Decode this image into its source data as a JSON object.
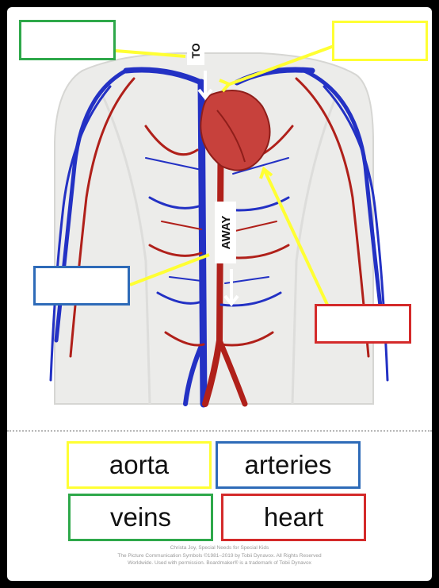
{
  "colors": {
    "yellow": "#ffff33",
    "green": "#2ea84a",
    "blue": "#2e6bb8",
    "red": "#d42a2a",
    "vein": "#2331c4",
    "artery": "#b0201a"
  },
  "diagram": {
    "to_label": "TO",
    "away_label": "AWAY",
    "answer_boxes": [
      {
        "id": "top-left",
        "color": "green",
        "text": ""
      },
      {
        "id": "top-right",
        "color": "yellow",
        "text": ""
      },
      {
        "id": "mid-left",
        "color": "blue",
        "text": ""
      },
      {
        "id": "mid-right",
        "color": "red",
        "text": ""
      }
    ]
  },
  "word_bank": [
    {
      "word": "aorta",
      "color": "yellow"
    },
    {
      "word": "arteries",
      "color": "blue"
    },
    {
      "word": "veins",
      "color": "green"
    },
    {
      "word": "heart",
      "color": "red"
    }
  ],
  "credits": [
    "Christa Joy, Special Needs for Special Kids",
    "The Picture Communication Symbols ©1981–2019 by Tobii Dynavox. All Rights Reserved",
    "Worldwide. Used with permission. Boardmaker® is a trademark of Tobii Dynavox"
  ]
}
